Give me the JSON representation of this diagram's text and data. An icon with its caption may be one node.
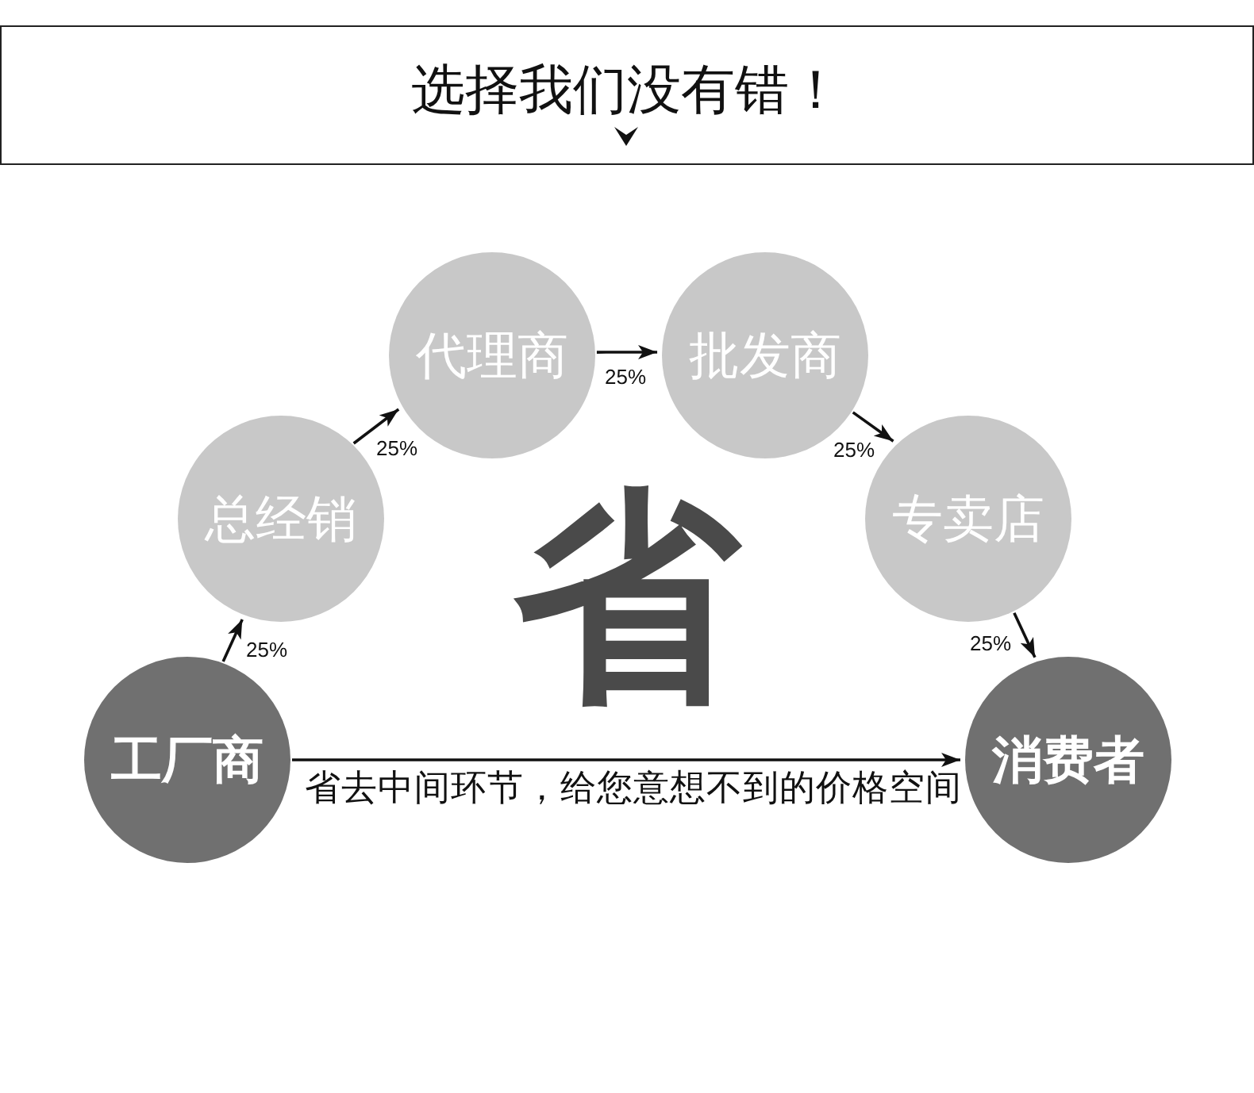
{
  "diagram": {
    "title": "选择我们没有错！",
    "nodes": [
      {
        "text": [
          "工厂商"
        ]
      },
      {
        "text": [
          "总经销"
        ]
      },
      {
        "text": [
          "代理商"
        ]
      },
      {
        "text": [
          "批发商"
        ]
      },
      {
        "text": [
          "专卖店"
        ]
      },
      {
        "text": [
          "消费者"
        ]
      }
    ],
    "edges": [
      {
        "from": 0,
        "to": 1,
        "arrow": "to",
        "label": "25%"
      },
      {
        "from": 1,
        "to": 2,
        "arrow": "to",
        "label": "25%"
      },
      {
        "from": 2,
        "to": 3,
        "arrow": "to",
        "label": "25%"
      },
      {
        "from": 3,
        "to": 4,
        "arrow": "to",
        "label": "25%"
      },
      {
        "from": 4,
        "to": 5,
        "arrow": "to",
        "label": "25%"
      },
      {
        "from": 0,
        "to": 5,
        "arrow": "to",
        "label": "省去中间环节，给您意想不到的价格空间"
      }
    ],
    "labels": [
      "省"
    ]
  }
}
